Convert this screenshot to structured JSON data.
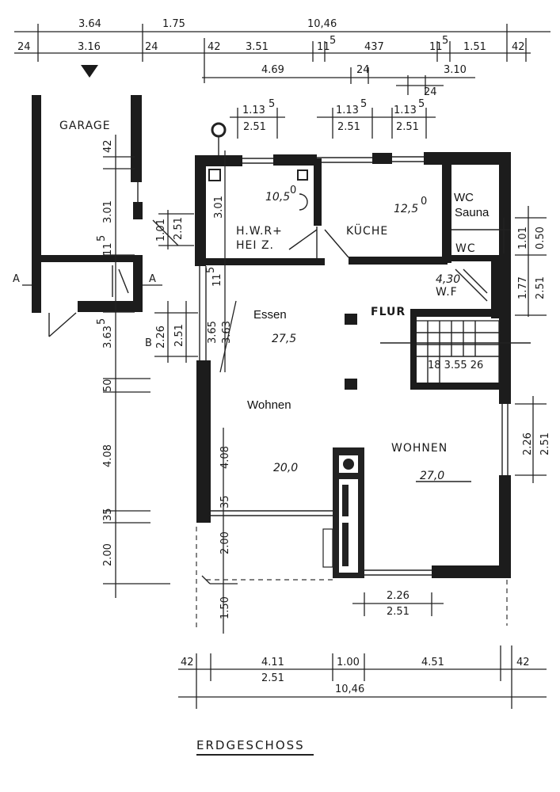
{
  "title": "ERDGESCHOSS",
  "rooms": {
    "garage": "GARAGE",
    "hwr_line1": "H.W.R+",
    "hwr_line2": "HEI Z.",
    "hwr_area": "10,5",
    "hwr_area_sup": "0",
    "kueche": "KÜCHE",
    "kueche_area": "12,5",
    "kueche_area_sup": "0",
    "wc_line1": "WC",
    "wc_line2": "Sauna",
    "wc2": "WC",
    "wf_area": "4,30",
    "wf": "W.F",
    "flur": "FLUR",
    "essen": "Essen",
    "essen_area": "27,5",
    "wohnen_small": "Wohnen",
    "wohnen_area1": "20,0",
    "wohnen_caps": "WOHNEN",
    "wohnen_area2": "27,0",
    "stair": "18  3.55  26"
  },
  "section_marks": {
    "a_left": "A",
    "a_right": "A",
    "b": "B"
  },
  "dims_top": {
    "r1": [
      "3.64",
      "1.75",
      "10,46"
    ],
    "r2": [
      "24",
      "3.16",
      "24",
      "42",
      "3.51",
      "11",
      "5",
      "437",
      "11",
      "5",
      "1.51",
      "42"
    ],
    "r3": [
      "4.69",
      "24",
      "3.10"
    ],
    "r4": [
      "24"
    ],
    "windows": [
      {
        "top": "1.13",
        "sup": "5",
        "bottom": "2.51"
      },
      {
        "top": "1.13",
        "sup": "5",
        "bottom": "2.51"
      },
      {
        "top": "1.13",
        "sup": "5",
        "bottom": "2.51"
      }
    ]
  },
  "dims_left": [
    "42",
    "3.01",
    "11",
    "5",
    "3.63",
    "5",
    "50",
    "4.08",
    "35",
    "2.00"
  ],
  "dims_inner_left": [
    "1.01",
    "2.51",
    "2.26",
    "2.51",
    "3.01",
    "11",
    "5",
    "3.65",
    "3.63",
    "4.08",
    "35",
    "2.00",
    "1.50"
  ],
  "dims_right": [
    "1.01",
    "0.50",
    "1.77",
    "2.51",
    "2.26",
    "2.51"
  ],
  "dims_bottom": {
    "door": [
      "2.26",
      "2.51"
    ],
    "row1": [
      "42",
      "4.11",
      "1.00",
      "4.51",
      "42"
    ],
    "row1b": [
      "2.51"
    ],
    "total": "10,46"
  }
}
